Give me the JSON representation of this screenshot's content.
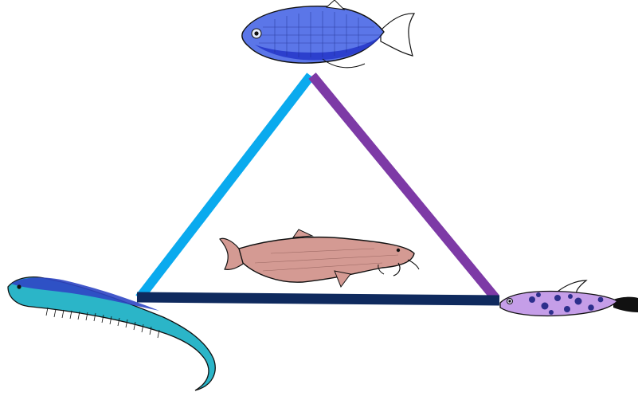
{
  "colors": {
    "edge_left": "#0aaaee",
    "edge_right": "#7d3aa6",
    "edge_bottom": "#0f2a5e",
    "fish_top_body": "#5b76e8",
    "fish_top_belly": "#2436c8",
    "fish_center_body": "#d49a93",
    "fish_left_body": "#2bb5c8",
    "fish_left_back": "#2f46c4",
    "fish_right_body": "#c59ee8",
    "fish_right_spots": "#2d2f8c",
    "outline": "#111111"
  },
  "nodes": [
    {
      "id": "top",
      "icon": "tetra-fish-icon"
    },
    {
      "id": "center",
      "icon": "catfish-icon"
    },
    {
      "id": "left",
      "icon": "knifefish-icon"
    },
    {
      "id": "right",
      "icon": "killifish-icon"
    }
  ]
}
